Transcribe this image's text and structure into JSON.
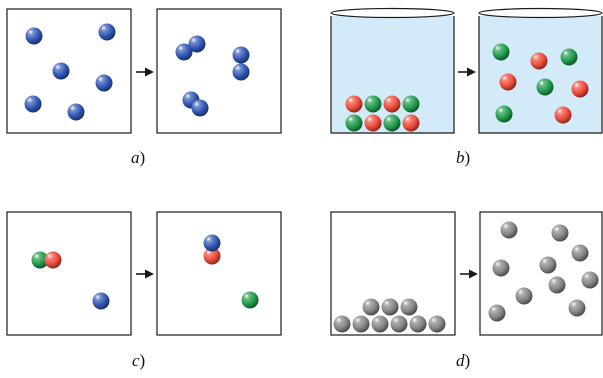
{
  "panels": [
    {
      "letter": "a",
      "close": ")"
    },
    {
      "letter": "b",
      "close": ")"
    },
    {
      "letter": "c",
      "close": ")"
    },
    {
      "letter": "d",
      "close": ")"
    }
  ],
  "colors": {
    "box_stroke": "#1a1a1a",
    "background": "#ffffff",
    "liquid_fill": "#d3ebf8",
    "arrow": "#1a1a1a",
    "sphere_blue": "#2f56b5",
    "sphere_red": "#ee4a37",
    "sphere_green": "#1f9a4a",
    "sphere_gray": "#858585"
  },
  "icons": {
    "arrow": "right-arrow-icon",
    "blue": "blue-sphere-icon",
    "red": "red-sphere-icon",
    "green": "green-sphere-icon",
    "gray": "gray-sphere-icon"
  }
}
